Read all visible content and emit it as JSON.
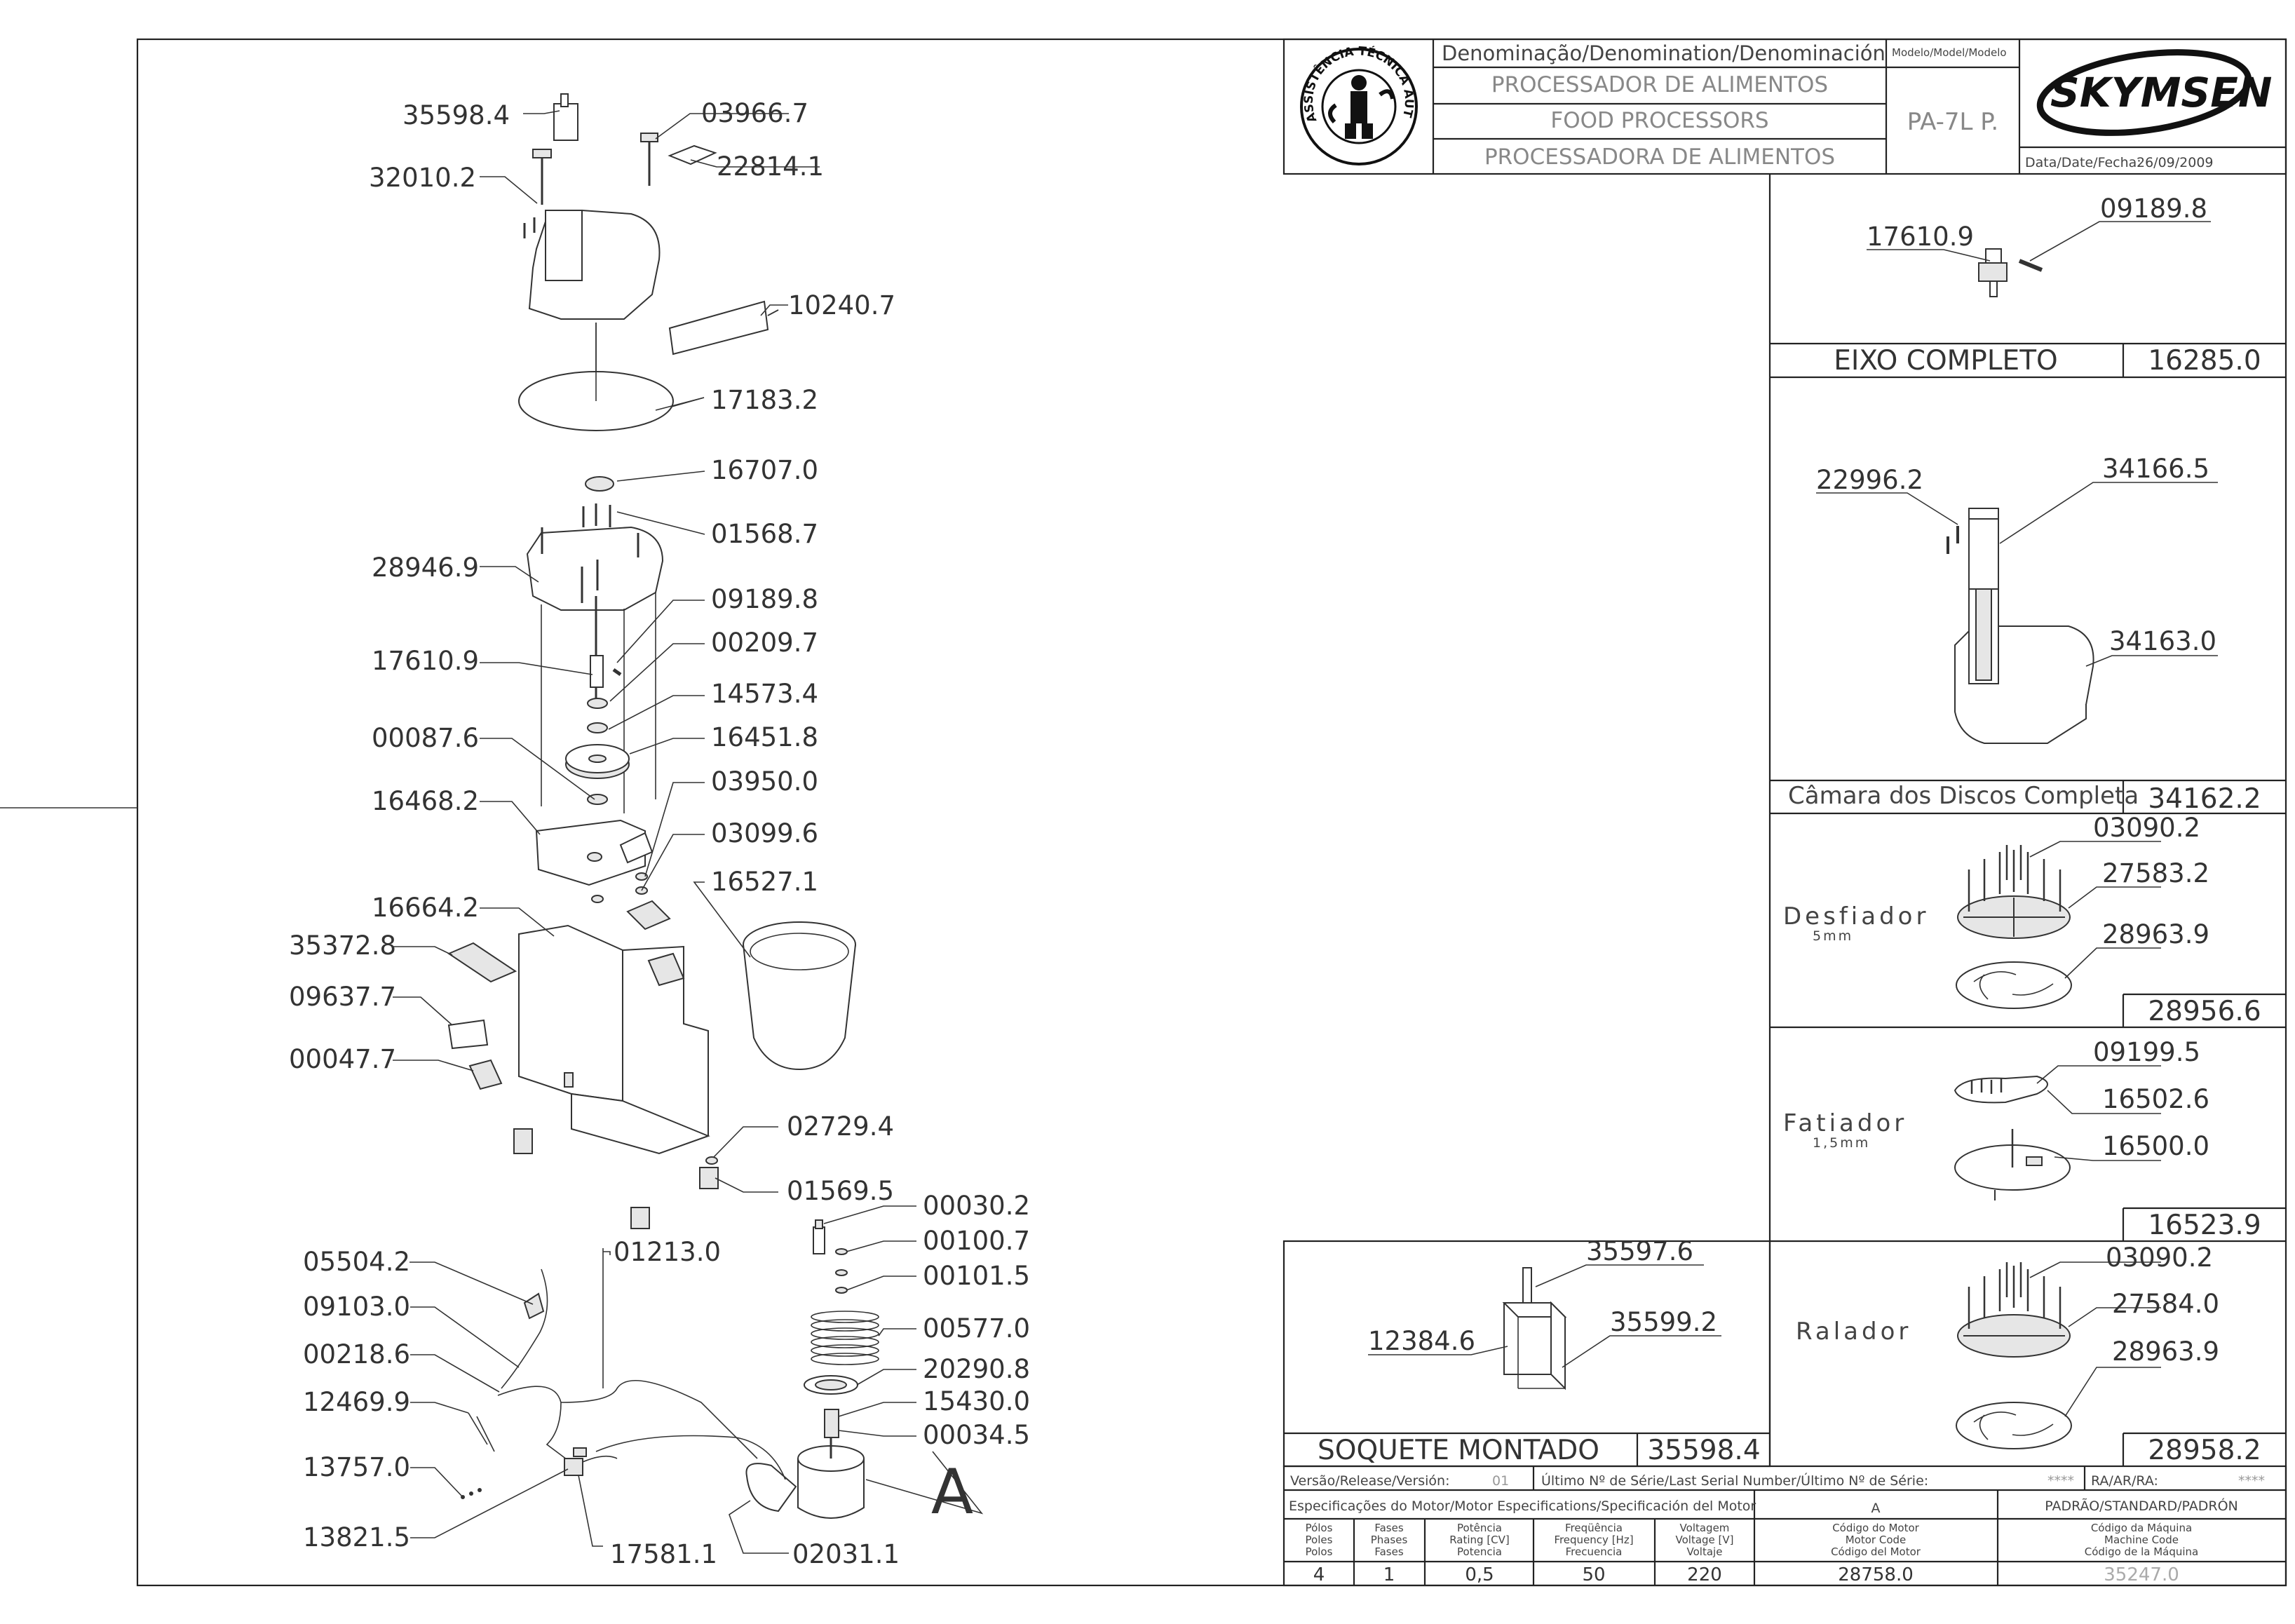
{
  "header": {
    "denomination_label": "Denominação/Denomination/Denominación",
    "model_label": "Modelo/Model/Modelo",
    "names": [
      "PROCESSADOR DE ALIMENTOS",
      "FOOD PROCESSORS",
      "PROCESSADORA DE ALIMENTOS"
    ],
    "model": "PA-7L P.",
    "brand": "SKYMSEN",
    "date_label": "Data/Date/Fecha:",
    "date": "26/09/2009",
    "seal_top": "ASSISTÊNCIA TÉCNICA AUTORIZADA"
  },
  "main_labels": [
    "35598.4",
    "03966.7",
    "32010.2",
    "22814.1",
    "10240.7",
    "17183.2",
    "16707.0",
    "01568.7",
    "28946.9",
    "09189.8",
    "00209.7",
    "17610.9",
    "14573.4",
    "16451.8",
    "00087.6",
    "03950.0",
    "16468.2",
    "03099.6",
    "16527.1",
    "16664.2",
    "35372.8",
    "09637.7",
    "00047.7",
    "02729.4",
    "01569.5",
    "00030.2",
    "00100.7",
    "00101.5",
    "00577.0",
    "20290.8",
    "15430.0",
    "00034.5",
    "05504.2",
    "01213.0",
    "09103.0",
    "00218.6",
    "12469.9",
    "13757.0",
    "13821.5",
    "17581.1",
    "02031.1",
    "A"
  ],
  "eixo": {
    "parts": [
      "17610.9",
      "09189.8"
    ],
    "title": "EIXO COMPLETO",
    "code": "16285.0"
  },
  "camara": {
    "parts": [
      "22996.2",
      "34166.5",
      "34163.0"
    ],
    "title": "Câmara dos Discos Completa",
    "code": "34162.2"
  },
  "desfiador": {
    "name": "Desfiador",
    "size": "5mm",
    "parts": [
      "03090.2",
      "27583.2",
      "28963.9"
    ],
    "code": "28956.6"
  },
  "fatiador": {
    "name": "Fatiador",
    "size": "1,5mm",
    "parts": [
      "09199.5",
      "16502.6",
      "16500.0"
    ],
    "code": "16523.9"
  },
  "ralador": {
    "name": "Ralador",
    "parts": [
      "03090.2",
      "27584.0",
      "28963.9"
    ],
    "code": "28958.2"
  },
  "soquete": {
    "parts": [
      "35597.6",
      "12384.6",
      "35599.2"
    ],
    "title": "SOQUETE MONTADO",
    "code": "35598.4"
  },
  "footer": {
    "version_label": "Versão/Release/Versión:",
    "version": "01",
    "serial_label": "Último Nº de Série/Last Serial Number/Último Nº de Série:",
    "serial": "****",
    "ra_label": "RA/AR/RA:",
    "ra": "****",
    "motor_spec_label": "Especificações do Motor/Motor Especifications/Specificación del Motor",
    "motor_col": "A",
    "standard": "PADRÃO/STANDARD/PADRÓN",
    "cols": [
      [
        "Pólos",
        "Poles",
        "Polos"
      ],
      [
        "Fases",
        "Phases",
        "Fases"
      ],
      [
        "Potência",
        "Rating [CV]",
        "Potencia"
      ],
      [
        "Freqüência",
        "Frequency [Hz]",
        "Frecuencia"
      ],
      [
        "Voltagem",
        "Voltage [V]",
        "Voltaje"
      ],
      [
        "Código do Motor",
        "Motor Code",
        "Código del Motor"
      ],
      [
        "Código da Máquina",
        "Machine Code",
        "Código de la Máquina"
      ]
    ],
    "values": [
      "4",
      "1",
      "0,5",
      "50",
      "220",
      "28758.0",
      "35247.0"
    ]
  }
}
